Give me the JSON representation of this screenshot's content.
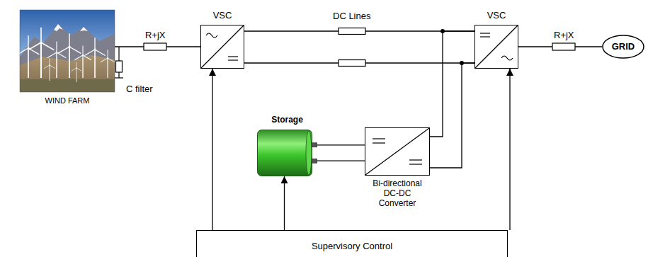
{
  "diagram": {
    "nodes": [
      {
        "text": [
          "WIND FARM"
        ]
      },
      {
        "text": [
          "VSC"
        ]
      },
      {
        "text": [
          "VSC"
        ]
      },
      {
        "text": [
          "GRID"
        ]
      },
      {
        "text": [
          "Storage"
        ]
      },
      {
        "text": [
          "Bi-directional DC-DC Converter"
        ]
      },
      {
        "text": [
          "Supervisory Control"
        ]
      }
    ],
    "edges": [
      {
        "from": 0,
        "to": 1,
        "arrow": "none"
      },
      {
        "from": 1,
        "to": 2,
        "arrow": "none"
      },
      {
        "from": 1,
        "to": 2,
        "arrow": "none"
      },
      {
        "from": 2,
        "to": 3,
        "arrow": "none"
      },
      {
        "from": 4,
        "to": 5,
        "arrow": "none"
      },
      {
        "from": 4,
        "to": 5,
        "arrow": "none"
      },
      {
        "from": 5,
        "to": 2,
        "arrow": "none"
      },
      {
        "from": 5,
        "to": 2,
        "arrow": "none"
      },
      {
        "from": 6,
        "to": 1,
        "arrow": "to"
      },
      {
        "from": 6,
        "to": 4,
        "arrow": "to"
      },
      {
        "from": 6,
        "to": 2,
        "arrow": "to"
      }
    ],
    "labels": [
      "R+jX",
      "C filter",
      "DC Lines",
      "R+jX"
    ]
  }
}
